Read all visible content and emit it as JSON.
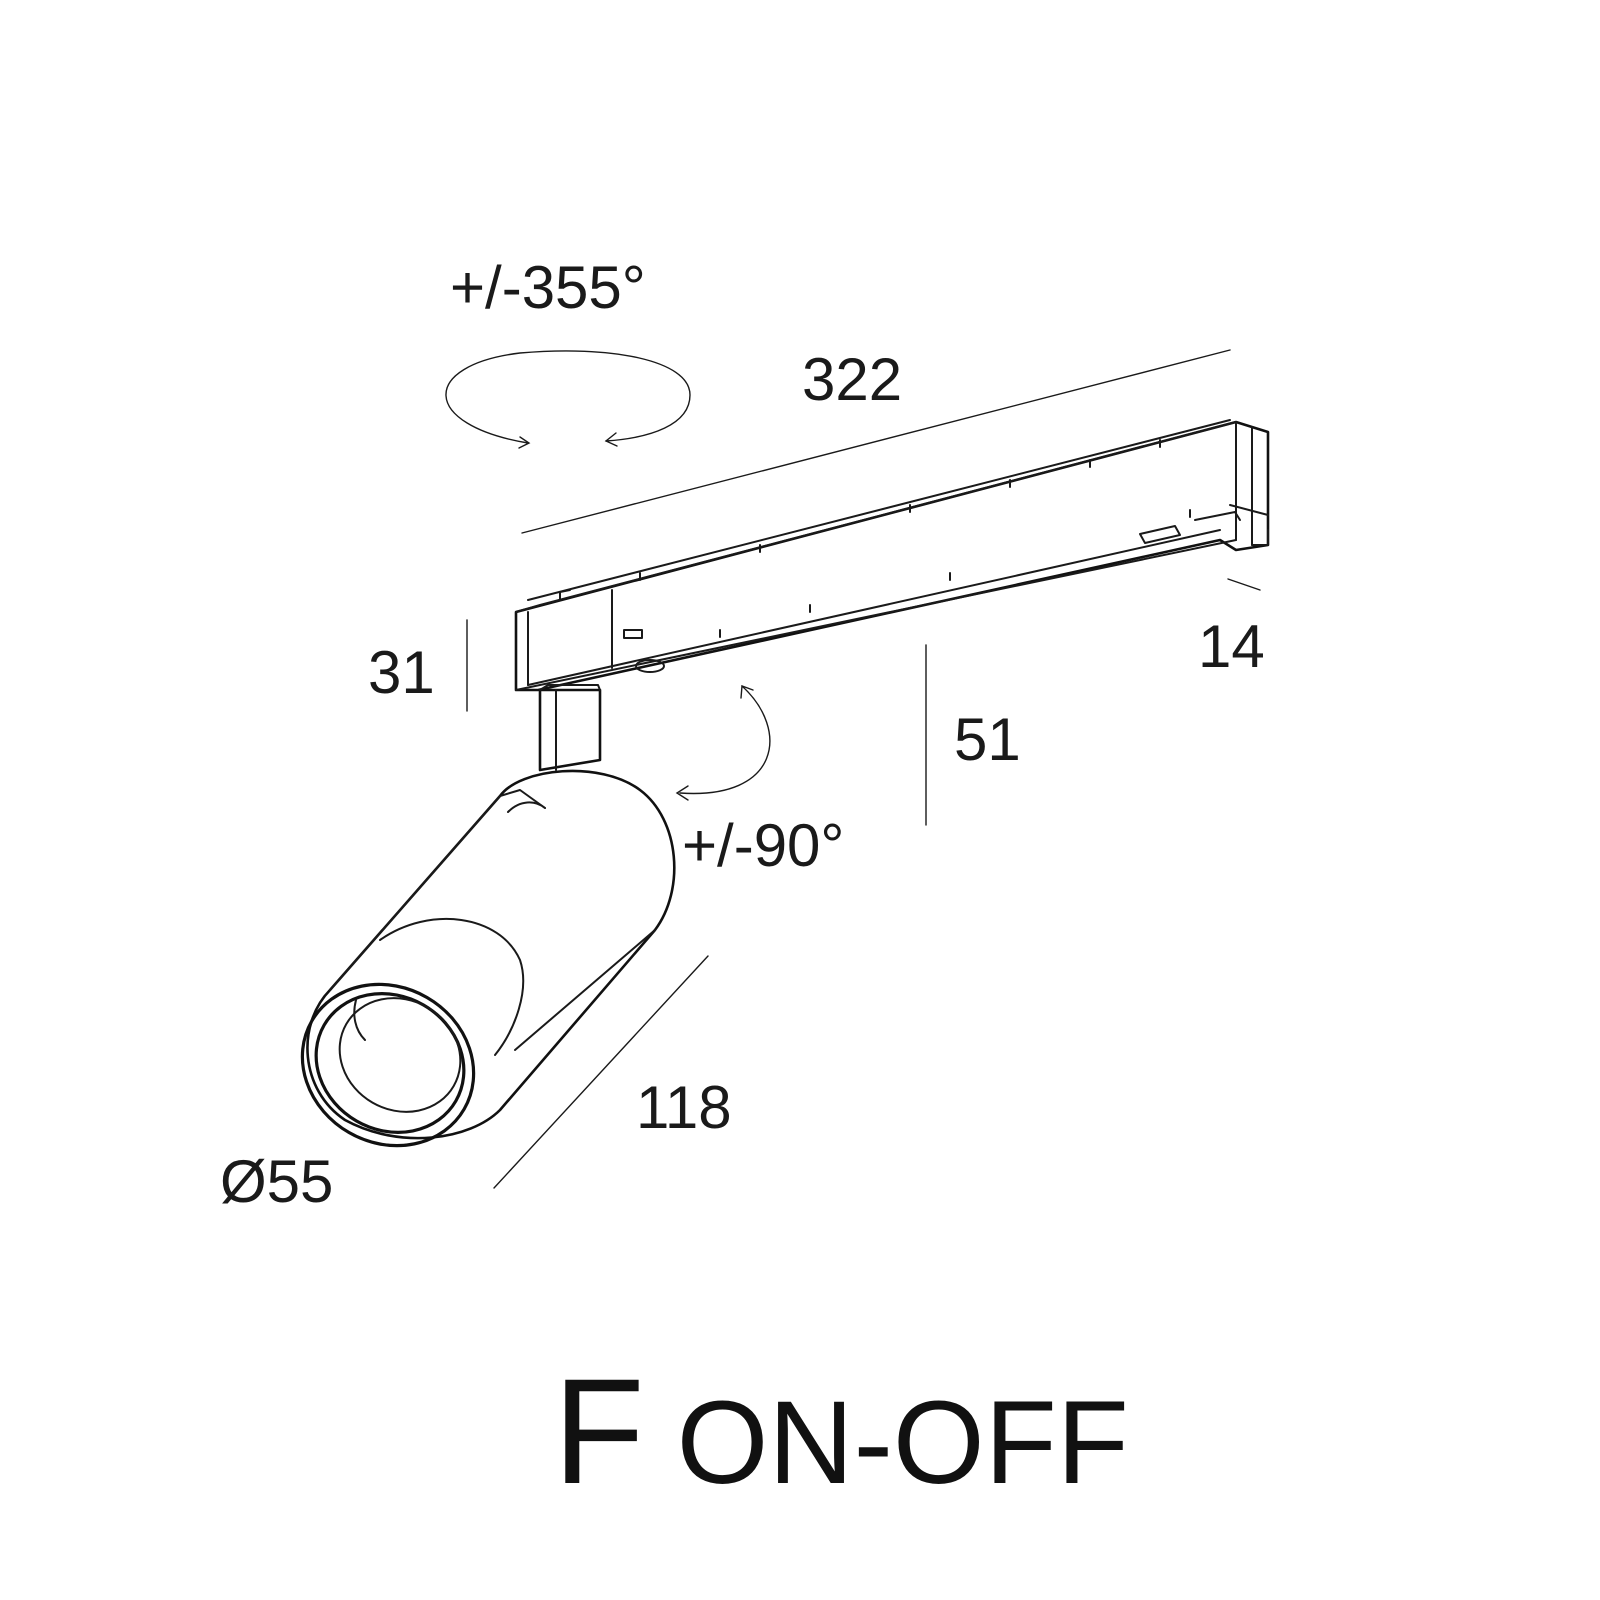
{
  "dimensions": {
    "rotation_horizontal": "+/-355°",
    "track_length": "322",
    "track_width": "14",
    "track_height": "31",
    "stem_height": "51",
    "tilt_angle": "+/-90°",
    "body_length": "118",
    "diameter": "Ø55"
  },
  "title": {
    "letter": "F",
    "mode": "ON-OFF"
  }
}
